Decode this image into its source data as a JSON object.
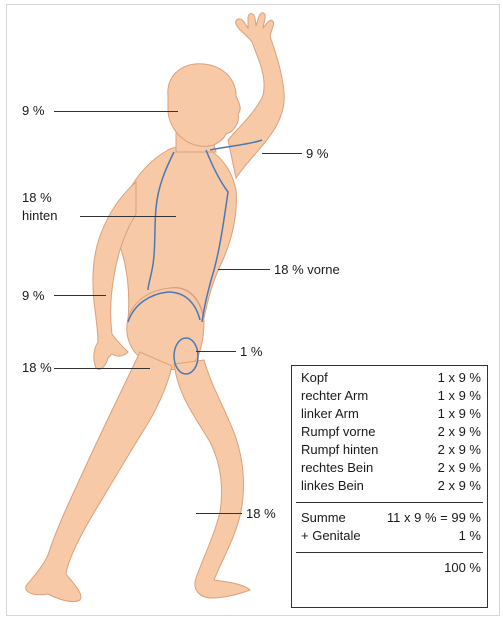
{
  "labels": {
    "head": "9 %",
    "right_arm": "9 %",
    "back": "18 %",
    "back_sub": "hinten",
    "front": "18 % vorne",
    "left_arm": "9 %",
    "genital": "1 %",
    "left_leg": "18 %",
    "right_leg": "18 %"
  },
  "table": {
    "rows": [
      {
        "name": "Kopf",
        "value": "1 x 9 %"
      },
      {
        "name": "rechter Arm",
        "value": "1 x 9 %"
      },
      {
        "name": "linker Arm",
        "value": "1 x 9 %"
      },
      {
        "name": "Rumpf vorne",
        "value": "2 x 9 %"
      },
      {
        "name": "Rumpf hinten",
        "value": "2 x 9 %"
      },
      {
        "name": "rechtes Bein",
        "value": "2 x 9 %"
      },
      {
        "name": "linkes Bein",
        "value": "2 x 9 %"
      }
    ],
    "sum_label": "Summe",
    "sum_value": "11 x 9 % = 99 %",
    "genital_label": "+ Genitale",
    "genital_value": "1 %",
    "total": "100 %"
  },
  "colors": {
    "skin": "#f7c9a6",
    "skin_stroke": "#e0a37a",
    "region_outline": "#4a7ab5"
  }
}
